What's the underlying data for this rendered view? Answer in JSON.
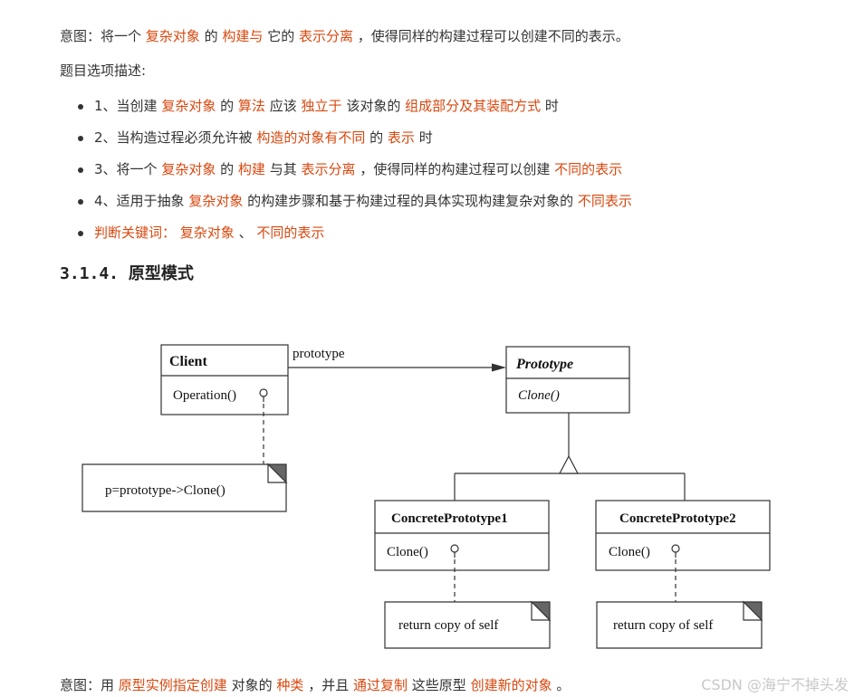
{
  "intent1": {
    "label": "意图：将一个",
    "s1": "复杂对象",
    "t1": "的",
    "s2": "构建与",
    "t2": "它的",
    "s3": "表示分离",
    "t3": "，使得同样的构建过程可以创建不同的表示。"
  },
  "options_title": "题目选项描述:",
  "options": [
    {
      "p0": "1、当创建",
      "h1": "复杂对象",
      "p1": "的",
      "h2": "算法",
      "p2": "应该",
      "h3": "独立于",
      "p3": "该对象的",
      "h4": "组成部分及其装配方式",
      "p4": "时"
    },
    {
      "p0": "2、当构造过程必须允许被",
      "h1": "构造的对象有不同",
      "p1": "的",
      "h2": "表示",
      "p2": "时"
    },
    {
      "p0": "3、将一个",
      "h1": "复杂对象",
      "p1": "的",
      "h2": "构建",
      "p2": "与其",
      "h3": "表示分离",
      "p3": "，使得同样的构建过程可以创建",
      "h4": "不同的表示"
    },
    {
      "p0": "4、适用于抽象",
      "h1": "复杂对象",
      "p1": "的构建步骤和基于构建过程的具体实现构建复杂对象的",
      "h2": "不同表示"
    },
    {
      "h1": "判断关键词：",
      "p1": "",
      "h2": "复杂对象",
      "p2": "、",
      "h3": "不同的表示"
    }
  ],
  "section": {
    "number": "3.1.4.",
    "title": "原型模式"
  },
  "diagram": {
    "client": {
      "name": "Client",
      "operation": "Operation()"
    },
    "association_label": "prototype",
    "prototype": {
      "name": "Prototype",
      "operation": "Clone()"
    },
    "client_note": "p=prototype->Clone()",
    "concrete1": {
      "name": "ConcretePrototype1",
      "operation": "Clone()",
      "note": "return copy of self"
    },
    "concrete2": {
      "name": "ConcretePrototype2",
      "operation": "Clone()",
      "note": "return copy of self"
    }
  },
  "intent2": {
    "label": "意图：用",
    "s1": "原型实例指定创建",
    "t1": "对象的",
    "s2": "种类",
    "t2": "，并且",
    "s3": "通过复制",
    "t3": "这些原型",
    "s4": "创建新的对象",
    "t4": "。"
  },
  "watermark": "CSDN @海宁不掉头发",
  "colors": {
    "highlight": "#d9480f",
    "text": "#333333"
  }
}
